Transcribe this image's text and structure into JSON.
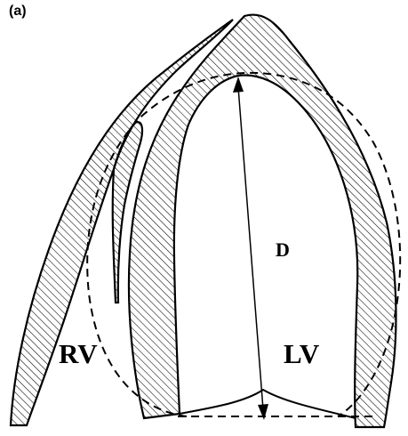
{
  "panel_label": "(a)",
  "labels": {
    "rv": "RV",
    "lv": "LV",
    "d": "D"
  },
  "colors": {
    "stroke": "#000000",
    "hatch": "#000000",
    "background": "#ffffff"
  }
}
